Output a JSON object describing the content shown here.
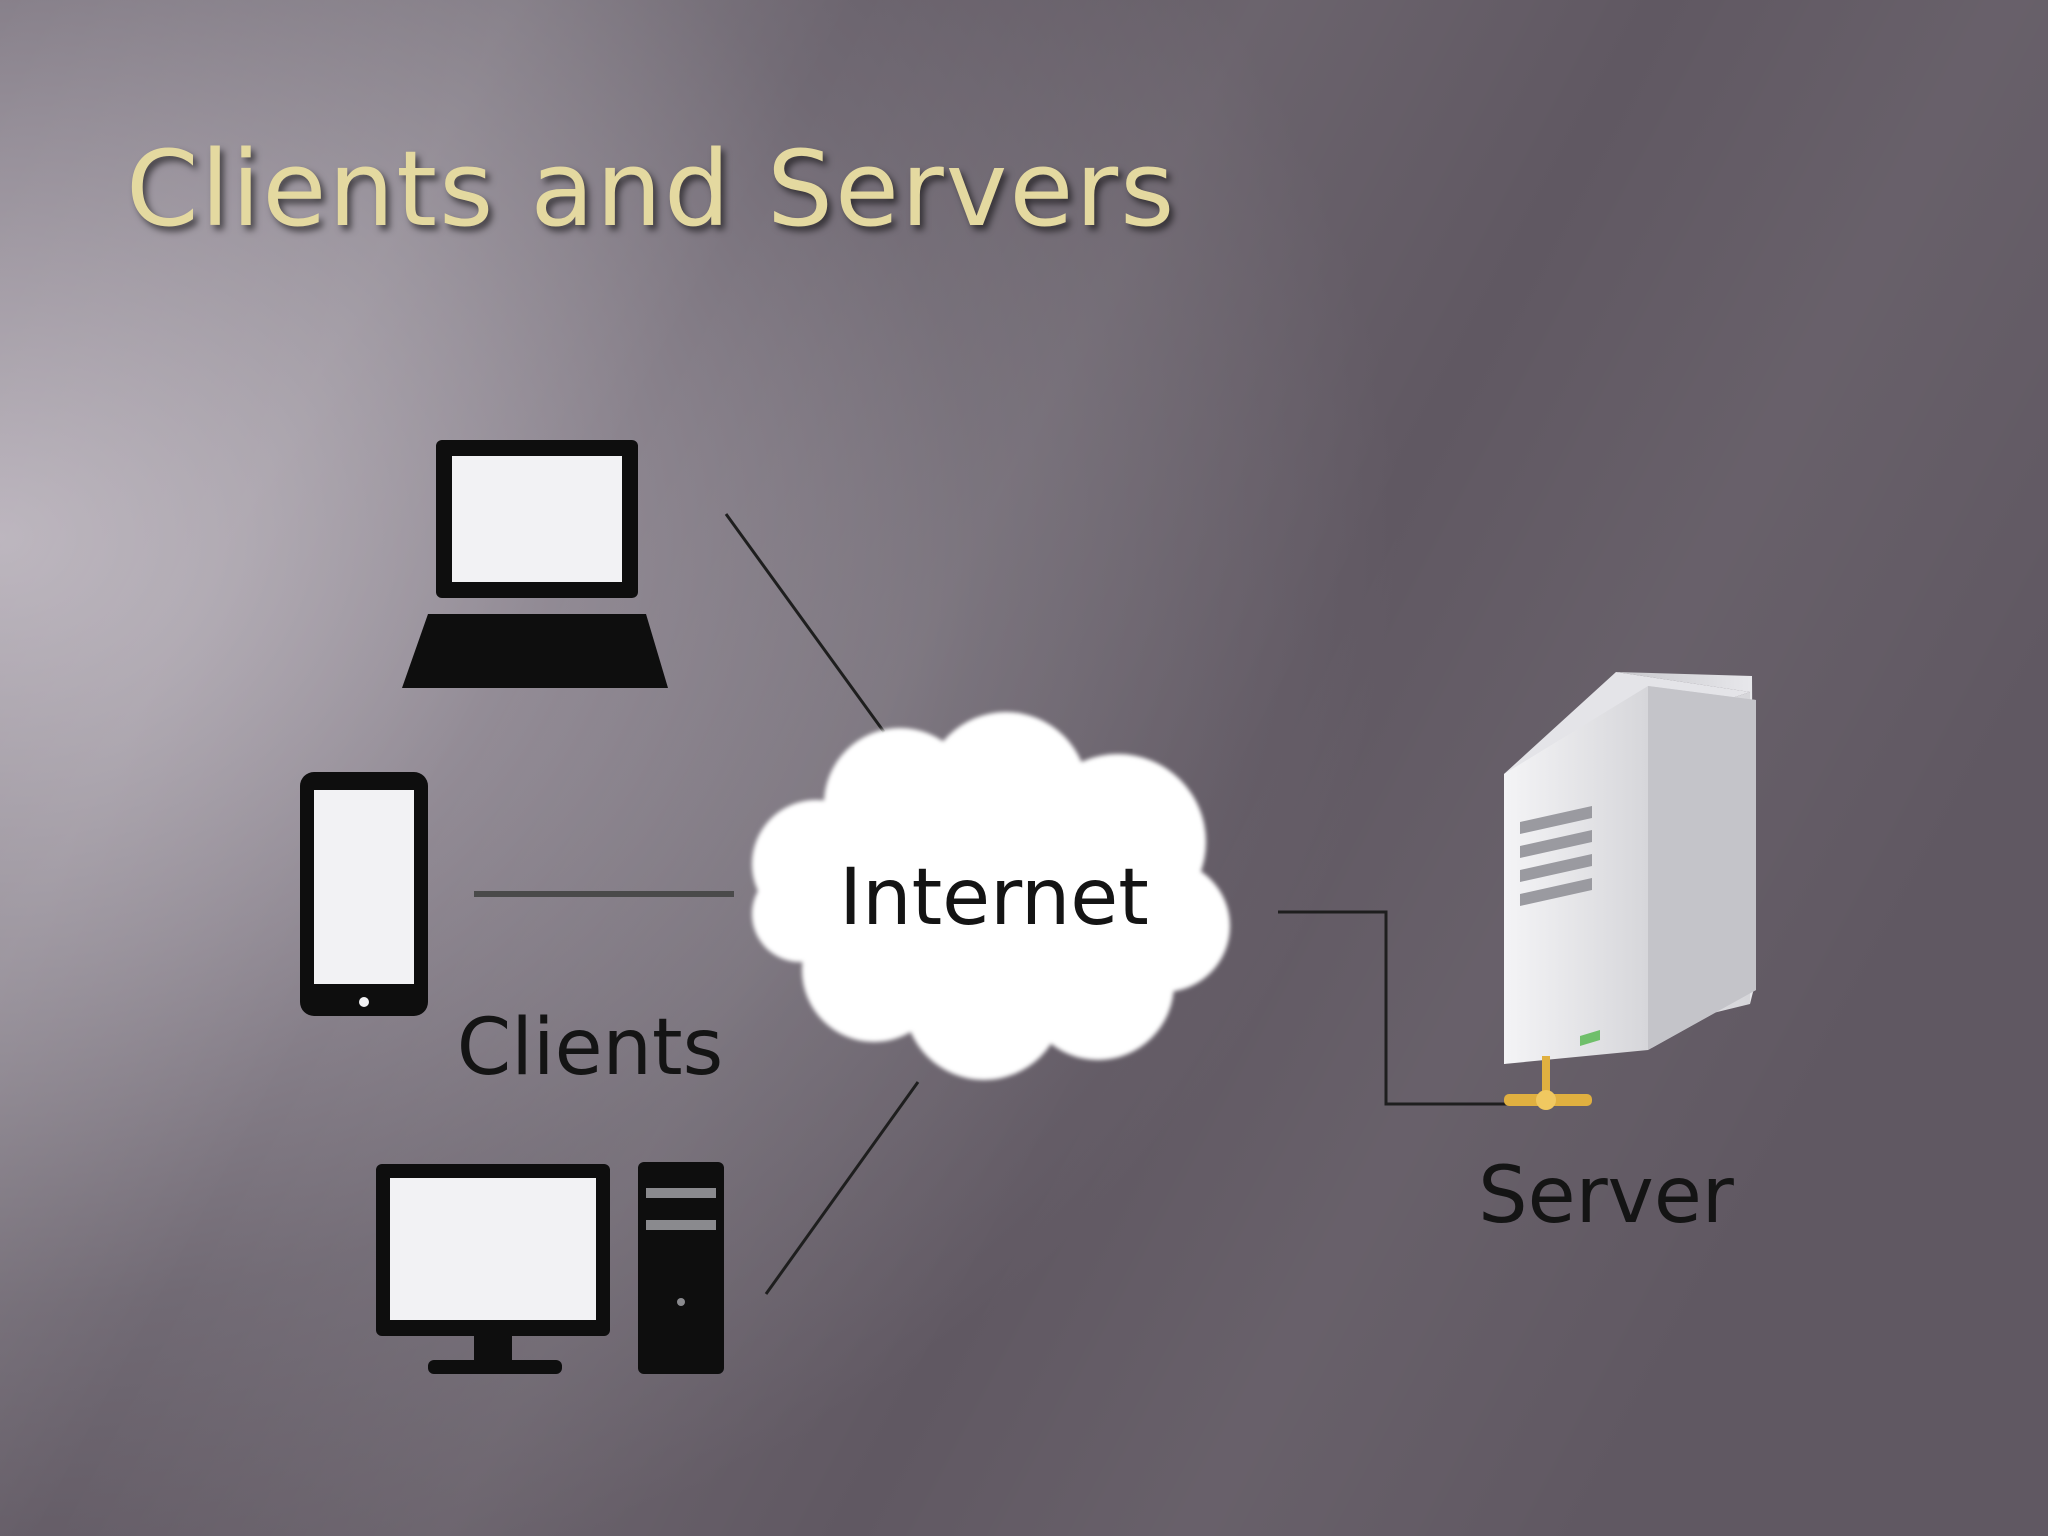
{
  "title": "Clients and Servers",
  "diagram": {
    "cloud_label": "Internet",
    "clients_label": "Clients",
    "server_label": "Server"
  },
  "colors": {
    "title": "#e4d9a0",
    "icons": "#0e0e0e",
    "screens": "#f2f2f4",
    "cloud": "#ffffff",
    "server_connector": "#e0b040"
  }
}
